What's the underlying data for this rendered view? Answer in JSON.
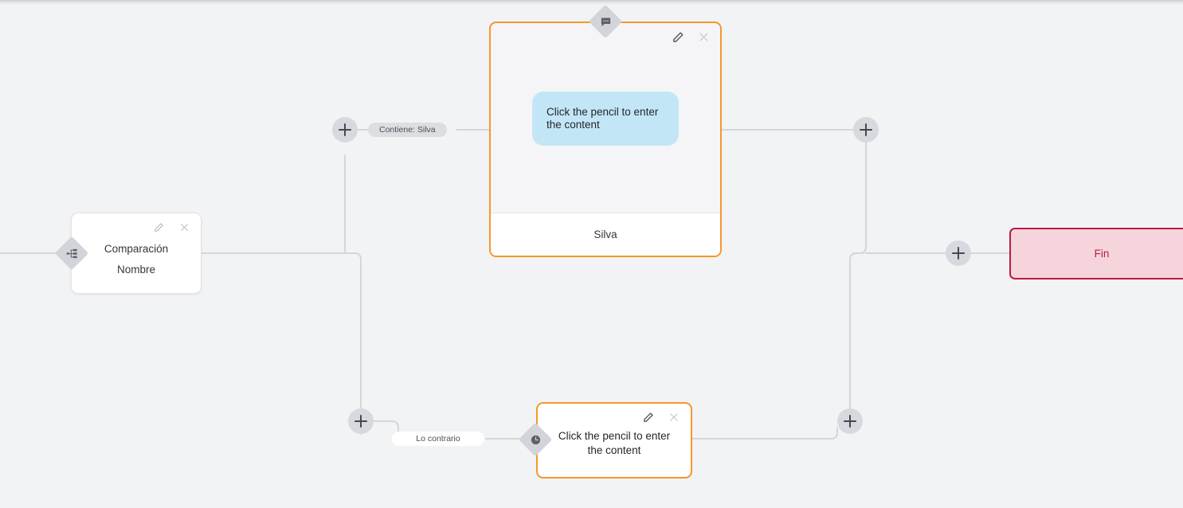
{
  "canvas": {
    "background_color": "#f2f3f5",
    "edge_color": "#d4d6da",
    "accent_selected": "#f5972b"
  },
  "nodes": {
    "comparison": {
      "name": "comparison-node",
      "title": "Comparación",
      "subtitle": "Nombre",
      "badge_icon": "branch-icon",
      "edit_icon": "pencil-icon",
      "close_icon": "close-icon"
    },
    "message": {
      "name": "message-node",
      "badge_icon": "speech-bubble-icon",
      "edit_icon": "pencil-icon",
      "close_icon": "close-icon",
      "bubble_text": "Click the pencil to enter the content",
      "bubble_color": "#c3e6f7",
      "footer_label": "Silva"
    },
    "wait": {
      "name": "wait-node",
      "badge_icon": "clock-icon",
      "edit_icon": "pencil-icon",
      "close_icon": "close-icon",
      "text": "Click the pencil to enter the content"
    },
    "end": {
      "name": "end-node",
      "label": "Fin",
      "border_color": "#bd1a40",
      "fill_color": "#f5d4db",
      "text_color": "#bd1a40"
    }
  },
  "edge_labels": {
    "true_branch": "Contiene: Silva",
    "false_branch": "Lo contrario"
  },
  "add_buttons": [
    {
      "name": "add-node-button-true-branch"
    },
    {
      "name": "add-node-button-false-branch"
    },
    {
      "name": "add-node-button-after-message"
    },
    {
      "name": "add-node-button-after-wait"
    },
    {
      "name": "add-node-button-before-end"
    }
  ]
}
